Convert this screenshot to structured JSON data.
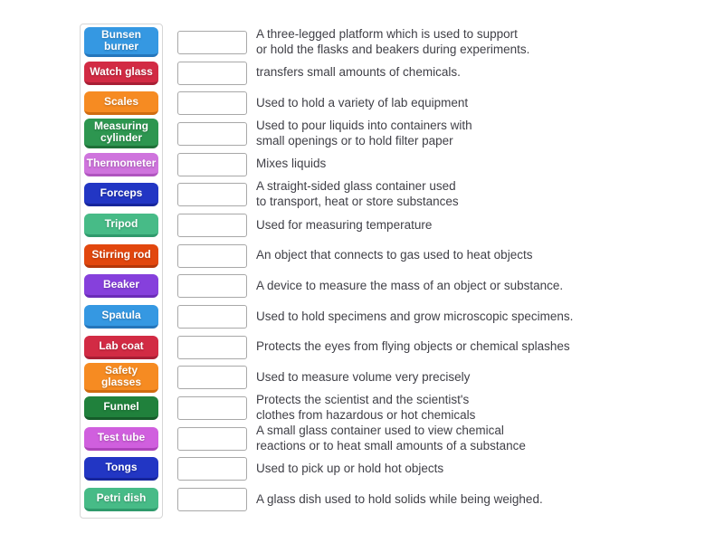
{
  "styles": {
    "page_background": "#ffffff",
    "panel_border": "#d6d6d6",
    "slot_border": "#a8a8a8",
    "definition_text_color": "#404047",
    "tile_text_color": "#ffffff"
  },
  "rows": [
    {
      "keyword": "Bunsen\nburner",
      "slug": "bunsen-burner",
      "color": "#3598e2",
      "color_dark": "#2576bb",
      "description": "A three-legged platform which is used to support\nor hold the flasks and beakers during experiments."
    },
    {
      "keyword": "Watch glass",
      "slug": "watch-glass",
      "color": "#d22b44",
      "color_dark": "#a81f35",
      "description": "transfers small amounts of chemicals."
    },
    {
      "keyword": "Scales",
      "slug": "scales",
      "color": "#f68b22",
      "color_dark": "#d06c10",
      "description": "Used to hold a variety of lab equipment"
    },
    {
      "keyword": "Measuring\ncylinder",
      "slug": "measuring-cylinder",
      "color": "#2d9650",
      "color_dark": "#1f7038",
      "description": "Used to pour liquids into containers with\nsmall openings or to hold filter paper"
    },
    {
      "keyword": "Thermometer",
      "slug": "thermometer",
      "color": "#cf74dd",
      "color_dark": "#b055bf",
      "description": "Mixes liquids"
    },
    {
      "keyword": "Forceps",
      "slug": "forceps",
      "color": "#2236c4",
      "color_dark": "#16259c",
      "description": "A straight-sided glass container used\nto transport, heat or store substances"
    },
    {
      "keyword": "Tripod",
      "slug": "tripod",
      "color": "#47bb87",
      "color_dark": "#2f9a6c",
      "description": "Used for measuring temperature"
    },
    {
      "keyword": "Stirring rod",
      "slug": "stirring-rod",
      "color": "#e2470e",
      "color_dark": "#b5370a",
      "description": "An object that connects to gas used to heat objects"
    },
    {
      "keyword": "Beaker",
      "slug": "beaker",
      "color": "#8640dc",
      "color_dark": "#6b2cb8",
      "description": "A device to measure the mass of an object or substance."
    },
    {
      "keyword": "Spatula",
      "slug": "spatula",
      "color": "#3598e2",
      "color_dark": "#2576bb",
      "description": "Used to hold specimens and grow microscopic specimens."
    },
    {
      "keyword": "Lab coat",
      "slug": "lab-coat",
      "color": "#d22b44",
      "color_dark": "#a81f35",
      "description": "Protects the eyes from flying objects or chemical splashes"
    },
    {
      "keyword": "Safety\nglasses",
      "slug": "safety-glasses",
      "color": "#f68b22",
      "color_dark": "#d06c10",
      "description": "Used to measure volume very precisely"
    },
    {
      "keyword": "Funnel",
      "slug": "funnel",
      "color": "#20813c",
      "color_dark": "#155c2a",
      "description": "Protects the scientist and the scientist's\nclothes from hazardous or hot chemicals"
    },
    {
      "keyword": "Test tube",
      "slug": "test-tube",
      "color": "#d05fde",
      "color_dark": "#ad43ba",
      "description": "A small glass container used to view chemical\nreactions or to heat small amounts of a substance"
    },
    {
      "keyword": "Tongs",
      "slug": "tongs",
      "color": "#2236c4",
      "color_dark": "#16259c",
      "description": "Used to pick up or hold hot objects"
    },
    {
      "keyword": "Petri dish",
      "slug": "petri-dish",
      "color": "#47bb87",
      "color_dark": "#2f9a6c",
      "description": "A glass dish used to hold solids while being weighed."
    }
  ]
}
